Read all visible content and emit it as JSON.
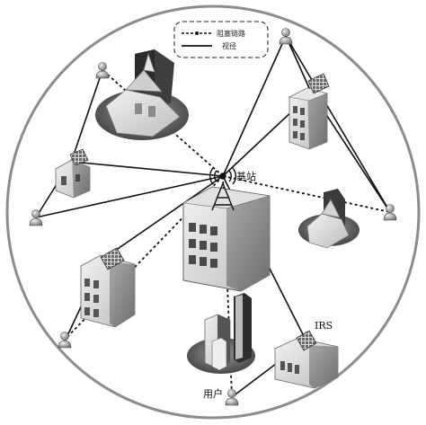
{
  "legend": {
    "blocked_label": "阻塞链路",
    "los_label": "视径"
  },
  "labels": {
    "base_station": "基站",
    "irs": "IRS",
    "user": "用户"
  }
}
